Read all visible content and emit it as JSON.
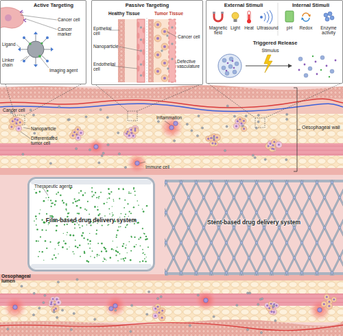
{
  "diagram": {
    "nodes": [
      {
        "text": [
          "Active Targeting"
        ]
      },
      {
        "text": [
          "Passive Targeting"
        ]
      },
      {
        "text": [
          "External Stimuli",
          "Internal Stimuli",
          "Triggered Release"
        ]
      },
      {
        "text": [
          "Film-based drug delivery system"
        ]
      },
      {
        "text": [
          "Stent-based drug delivery system"
        ]
      }
    ],
    "labels": [
      "Cancer cell",
      "Cancer marker",
      "Ligand",
      "Linker chain",
      "Imaging agent",
      "Healthy Tissue",
      "Tumor Tissue",
      "Epithelial cell",
      "Nanoparticle",
      "Endothelial cell",
      "Cancer cell",
      "Defective vasculature",
      "Magnetic field",
      "Light",
      "Heat",
      "Ultrasound",
      "pH",
      "Redox",
      "Enzyme activity",
      "Stimulus",
      "Cancer cell",
      "Nanoparticle",
      "Differentiated tumor cell",
      "Inflammation",
      "Immune cell",
      "Oesophageal wall",
      "Oesophageal lumen",
      "Therapeutic agents"
    ]
  }
}
